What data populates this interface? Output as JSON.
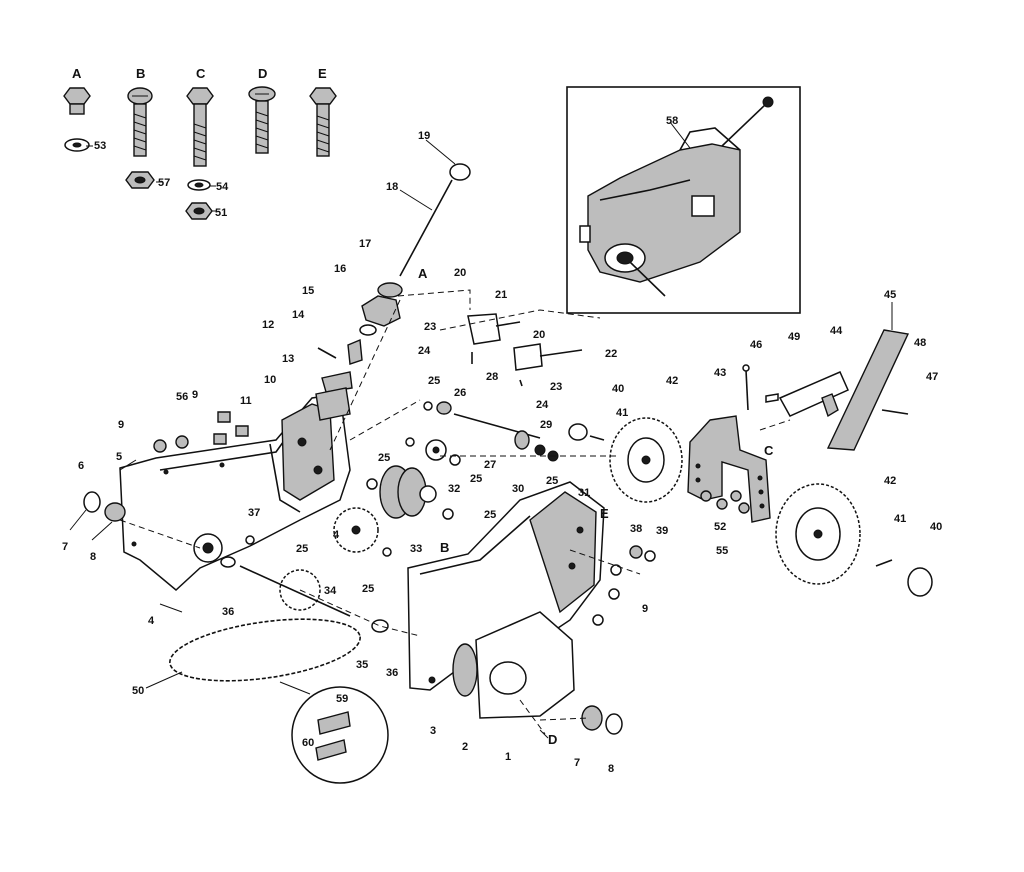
{
  "fastener_letters": [
    "A",
    "B",
    "C",
    "D",
    "E"
  ],
  "parts": [
    {
      "id": "p1",
      "num": "1"
    },
    {
      "id": "p2",
      "num": "2"
    },
    {
      "id": "p3",
      "num": "3"
    },
    {
      "id": "p4a",
      "num": "4"
    },
    {
      "id": "p4b",
      "num": "4"
    },
    {
      "id": "p5",
      "num": "5"
    },
    {
      "id": "p6",
      "num": "6"
    },
    {
      "id": "p7a",
      "num": "7"
    },
    {
      "id": "p7b",
      "num": "7"
    },
    {
      "id": "p8a",
      "num": "8"
    },
    {
      "id": "p8b",
      "num": "8"
    },
    {
      "id": "p9a",
      "num": "9"
    },
    {
      "id": "p9b",
      "num": "9"
    },
    {
      "id": "p9c",
      "num": "9"
    },
    {
      "id": "p10",
      "num": "10"
    },
    {
      "id": "p11",
      "num": "11"
    },
    {
      "id": "p12",
      "num": "12"
    },
    {
      "id": "p13",
      "num": "13"
    },
    {
      "id": "p14",
      "num": "14"
    },
    {
      "id": "p15",
      "num": "15"
    },
    {
      "id": "p16",
      "num": "16"
    },
    {
      "id": "p17",
      "num": "17"
    },
    {
      "id": "p18",
      "num": "18"
    },
    {
      "id": "p19",
      "num": "19"
    },
    {
      "id": "p20a",
      "num": "20"
    },
    {
      "id": "p20b",
      "num": "20"
    },
    {
      "id": "p21",
      "num": "21"
    },
    {
      "id": "p22",
      "num": "22"
    },
    {
      "id": "p23a",
      "num": "23"
    },
    {
      "id": "p23b",
      "num": "23"
    },
    {
      "id": "p24a",
      "num": "24"
    },
    {
      "id": "p24b",
      "num": "24"
    },
    {
      "id": "p25a",
      "num": "25"
    },
    {
      "id": "p25b",
      "num": "25"
    },
    {
      "id": "p25c",
      "num": "25"
    },
    {
      "id": "p25d",
      "num": "25"
    },
    {
      "id": "p25e",
      "num": "25"
    },
    {
      "id": "p25f",
      "num": "25"
    },
    {
      "id": "p25g",
      "num": "25"
    },
    {
      "id": "p26",
      "num": "26"
    },
    {
      "id": "p27",
      "num": "27"
    },
    {
      "id": "p28",
      "num": "28"
    },
    {
      "id": "p29",
      "num": "29"
    },
    {
      "id": "p30",
      "num": "30"
    },
    {
      "id": "p31",
      "num": "31"
    },
    {
      "id": "p32",
      "num": "32"
    },
    {
      "id": "p33",
      "num": "33"
    },
    {
      "id": "p34",
      "num": "34"
    },
    {
      "id": "p35",
      "num": "35"
    },
    {
      "id": "p36a",
      "num": "36"
    },
    {
      "id": "p36b",
      "num": "36"
    },
    {
      "id": "p37",
      "num": "37"
    },
    {
      "id": "p38",
      "num": "38"
    },
    {
      "id": "p39",
      "num": "39"
    },
    {
      "id": "p40a",
      "num": "40"
    },
    {
      "id": "p40b",
      "num": "40"
    },
    {
      "id": "p41a",
      "num": "41"
    },
    {
      "id": "p41b",
      "num": "41"
    },
    {
      "id": "p42a",
      "num": "42"
    },
    {
      "id": "p42b",
      "num": "42"
    },
    {
      "id": "p43",
      "num": "43"
    },
    {
      "id": "p44",
      "num": "44"
    },
    {
      "id": "p45",
      "num": "45"
    },
    {
      "id": "p46",
      "num": "46"
    },
    {
      "id": "p47",
      "num": "47"
    },
    {
      "id": "p48",
      "num": "48"
    },
    {
      "id": "p49",
      "num": "49"
    },
    {
      "id": "p50",
      "num": "50"
    },
    {
      "id": "p51",
      "num": "51"
    },
    {
      "id": "p52",
      "num": "52"
    },
    {
      "id": "p53",
      "num": "53"
    },
    {
      "id": "p54",
      "num": "54"
    },
    {
      "id": "p55",
      "num": "55"
    },
    {
      "id": "p56",
      "num": "56"
    },
    {
      "id": "p57",
      "num": "57"
    },
    {
      "id": "p58",
      "num": "58"
    },
    {
      "id": "p59",
      "num": "59"
    },
    {
      "id": "p60",
      "num": "60"
    }
  ],
  "ref_letters": [
    {
      "id": "ref-a",
      "letter": "A"
    },
    {
      "id": "ref-b",
      "letter": "B"
    },
    {
      "id": "ref-c",
      "letter": "C"
    },
    {
      "id": "ref-d",
      "letter": "D"
    },
    {
      "id": "ref-e",
      "letter": "E"
    }
  ]
}
